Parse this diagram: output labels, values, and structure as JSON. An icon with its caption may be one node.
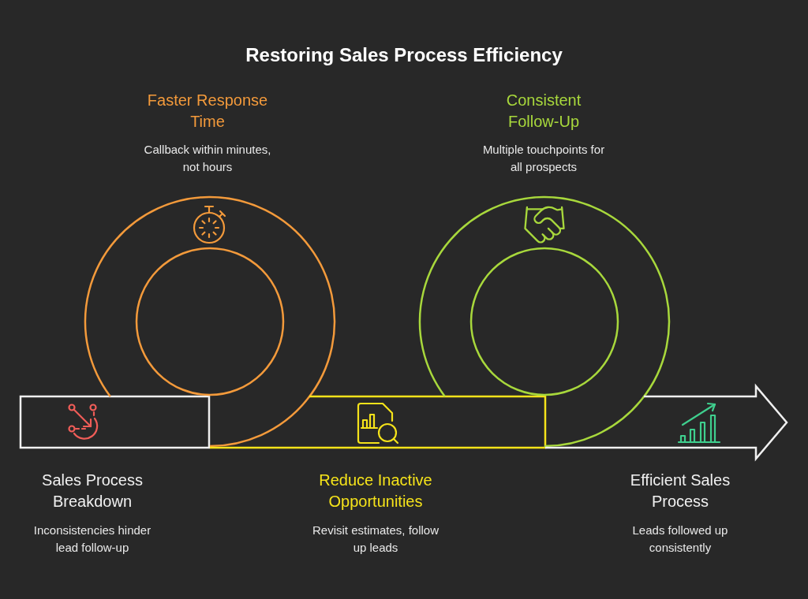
{
  "diagram": {
    "title": "Restoring Sales Process Efficiency",
    "nodes": [
      {
        "text": [
          "Sales Process Breakdown",
          "Inconsistencies hinder lead follow-up"
        ]
      },
      {
        "text": [
          "Faster Response Time",
          "Callback within minutes, not hours"
        ]
      },
      {
        "text": [
          "Reduce Inactive Opportunities",
          "Revisit estimates, follow up leads"
        ]
      },
      {
        "text": [
          "Consistent Follow-Up",
          "Multiple touchpoints for all prospects"
        ]
      },
      {
        "text": [
          "Efficient Sales Process",
          "Leads followed up consistently"
        ]
      }
    ]
  }
}
